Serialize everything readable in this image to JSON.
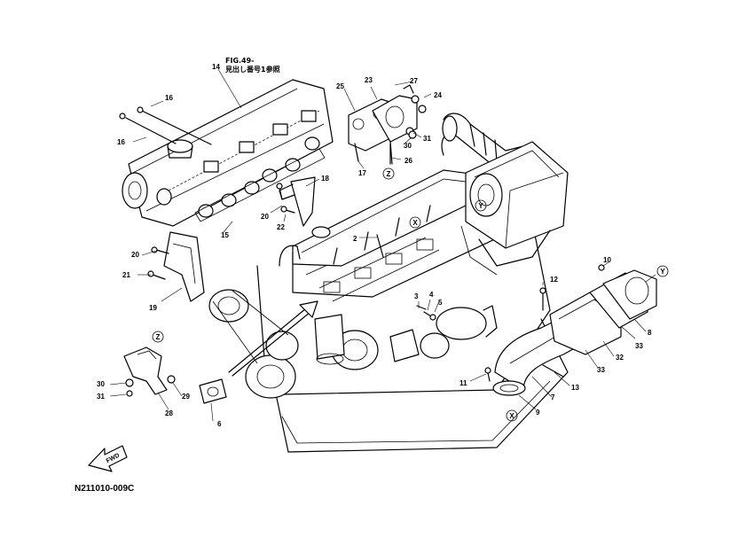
{
  "note": {
    "line1": "FIG.49-",
    "line2": "見出し番号1参照"
  },
  "diagram_code": "N211010-009C",
  "fwd_label": "FWD",
  "reference_markers": [
    "X",
    "Y",
    "Z"
  ],
  "callouts": [
    "2",
    "3",
    "4",
    "5",
    "6",
    "7",
    "8",
    "9",
    "10",
    "11",
    "12",
    "13",
    "14",
    "15",
    "16",
    "16",
    "17",
    "18",
    "19",
    "20",
    "20",
    "21",
    "22",
    "23",
    "24",
    "25",
    "26",
    "27",
    "28",
    "29",
    "30",
    "30",
    "31",
    "31",
    "32",
    "33",
    "33"
  ]
}
